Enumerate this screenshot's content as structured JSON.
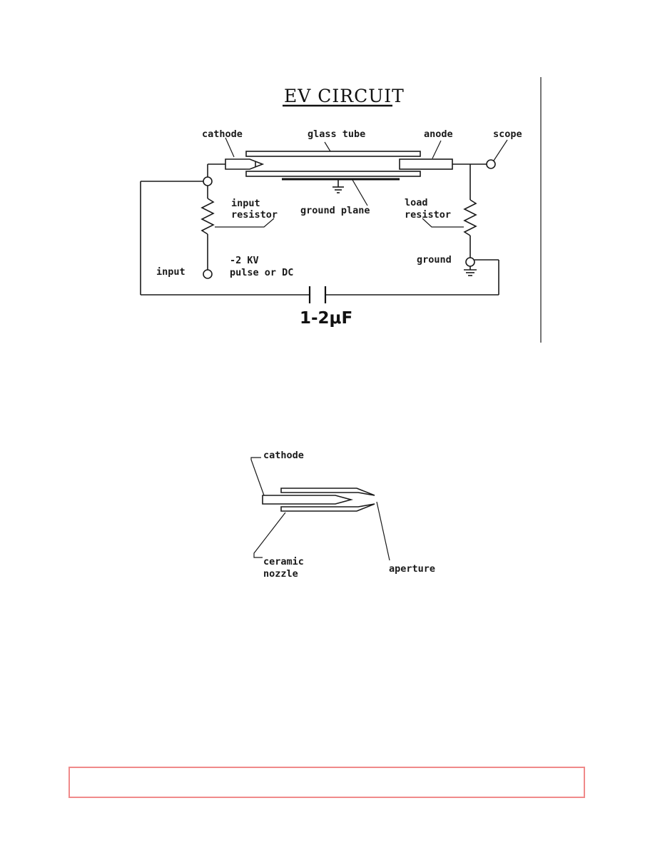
{
  "circuit": {
    "title": "EV CIRCUIT",
    "labels": {
      "cathode": "cathode",
      "glass_tube": "glass tube",
      "anode": "anode",
      "scope": "scope",
      "input_resistor_1": "input",
      "input_resistor_2": "resistor",
      "ground_plane": "ground plane",
      "load_resistor_1": "load",
      "load_resistor_2": "resistor",
      "ground": "ground",
      "input": "input",
      "voltage_1": "-2 KV",
      "voltage_2": "pulse or DC",
      "capacitor": "1-2μF"
    }
  },
  "nozzle": {
    "labels": {
      "cathode": "cathode",
      "ceramic_1": "ceramic",
      "ceramic_2": "nozzle",
      "aperture": "aperture"
    }
  }
}
